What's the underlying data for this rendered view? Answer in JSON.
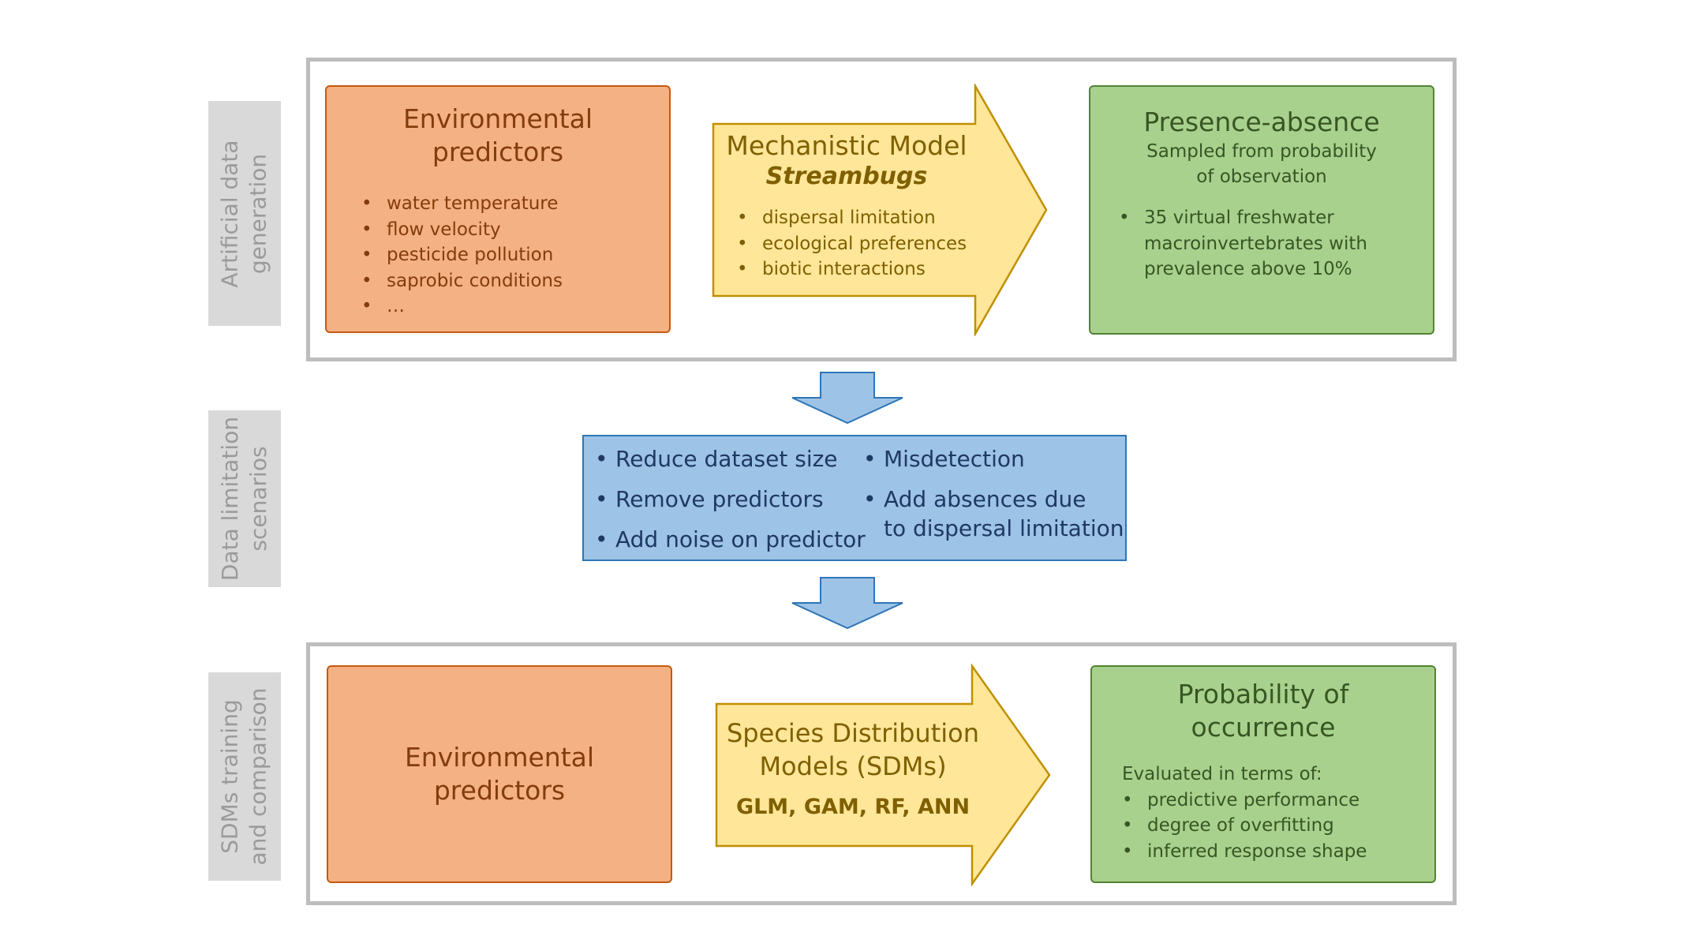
{
  "side_labels": {
    "artificial": [
      "Artificial data",
      "generation"
    ],
    "limitation": [
      "Data limitation",
      "scenarios"
    ],
    "sdm": [
      "SDMs training",
      "and comparison"
    ]
  },
  "top": {
    "env": {
      "title": [
        "Environmental",
        "predictors"
      ],
      "items": [
        "water temperature",
        "flow velocity",
        "pesticide pollution",
        "saprobic conditions",
        "…"
      ]
    },
    "mech": {
      "title": "Mechanistic Model",
      "subtitle": "Streambugs",
      "items": [
        "dispersal limitation",
        "ecological preferences",
        "biotic interactions"
      ]
    },
    "presence": {
      "title": "Presence-absence",
      "subtitle": [
        "Sampled from probability",
        "of observation"
      ],
      "items": [
        "35 virtual freshwater",
        "macroinvertebrates with",
        "prevalence above 10%"
      ]
    }
  },
  "middle": {
    "col1": [
      "Reduce dataset size",
      "Remove predictors",
      "Add noise on predictor"
    ],
    "col2": [
      "Misdetection",
      "Add absences due",
      "to dispersal limitation"
    ]
  },
  "bottom": {
    "env": {
      "title": [
        "Environmental",
        "predictors"
      ]
    },
    "sdm": {
      "title": [
        "Species Distribution",
        "Models (SDMs)"
      ],
      "models": "GLM, GAM, RF, ANN"
    },
    "prob": {
      "title": [
        "Probability of",
        "occurrence"
      ],
      "intro": "Evaluated in terms of:",
      "items": [
        "predictive performance",
        "degree of overfitting",
        "inferred response shape"
      ]
    }
  },
  "colors": {
    "orange_fill": "#f4b183",
    "orange_border": "#c55a11",
    "yellow_fill": "#ffe699",
    "yellow_border": "#bf9000",
    "green_fill": "#a9d18e",
    "green_border": "#548235",
    "blue_fill": "#9dc3e6",
    "blue_border": "#2e75b6",
    "frame": "#bdbdbd",
    "label_bg": "#d9d9d9"
  }
}
